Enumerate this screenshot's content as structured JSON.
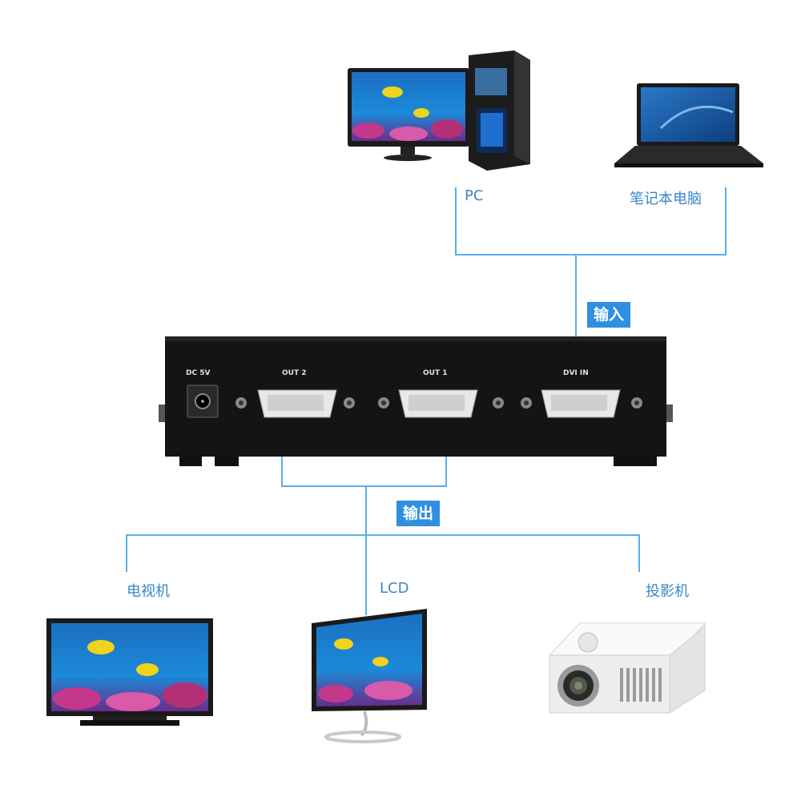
{
  "inputs": {
    "pc_label": "PC",
    "laptop_label": "笔记本电脑",
    "group_tag": "输入"
  },
  "outputs": {
    "tv_label": "电视机",
    "lcd_label": "LCD",
    "projector_label": "投影机",
    "group_tag": "输出"
  },
  "splitter": {
    "power_label": "DC 5V",
    "out2_label": "OUT 2",
    "out1_label": "OUT 1",
    "in_label": "DVI IN"
  },
  "colors": {
    "line": "#5aaee6",
    "tag_bg": "#2f8fe0",
    "label_text": "#3a86c8",
    "device_body": "#111111"
  },
  "icons": {
    "pc": "desktop-pc-icon",
    "laptop": "laptop-icon",
    "tv": "tv-icon",
    "lcd": "lcd-monitor-icon",
    "projector": "projector-icon"
  }
}
